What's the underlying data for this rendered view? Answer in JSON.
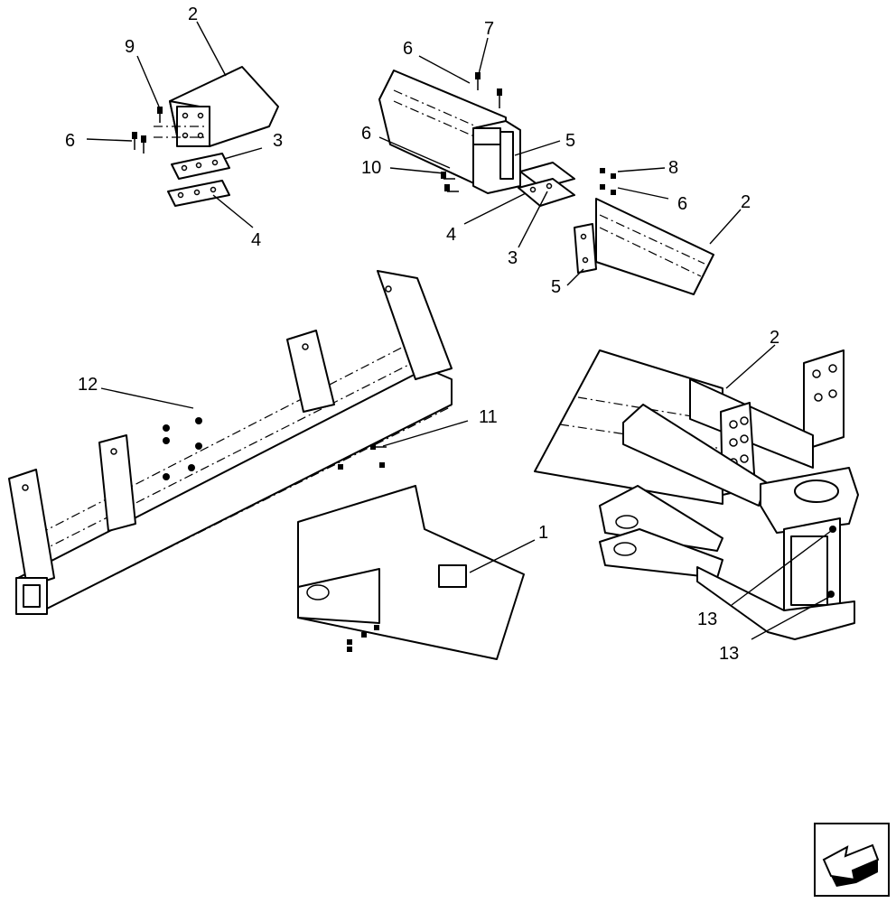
{
  "callouts": {
    "c2_top_left": "2",
    "c9": "9",
    "c6_top_left": "6",
    "c3_top_left": "3",
    "c4_top_left": "4",
    "c6_top_mid": "6",
    "c7": "7",
    "c6_mid_left": "6",
    "c5_mid": "5",
    "c10": "10",
    "c8": "8",
    "c6_right": "6",
    "c2_right": "2",
    "c4_mid": "4",
    "c3_mid": "3",
    "c5_bottom": "5",
    "c12": "12",
    "c11": "11",
    "c1": "1",
    "c2_detail": "2",
    "c13_upper": "13",
    "c13_lower": "13"
  },
  "icons": {
    "nav_arrow": "next-page-arrow-icon"
  }
}
